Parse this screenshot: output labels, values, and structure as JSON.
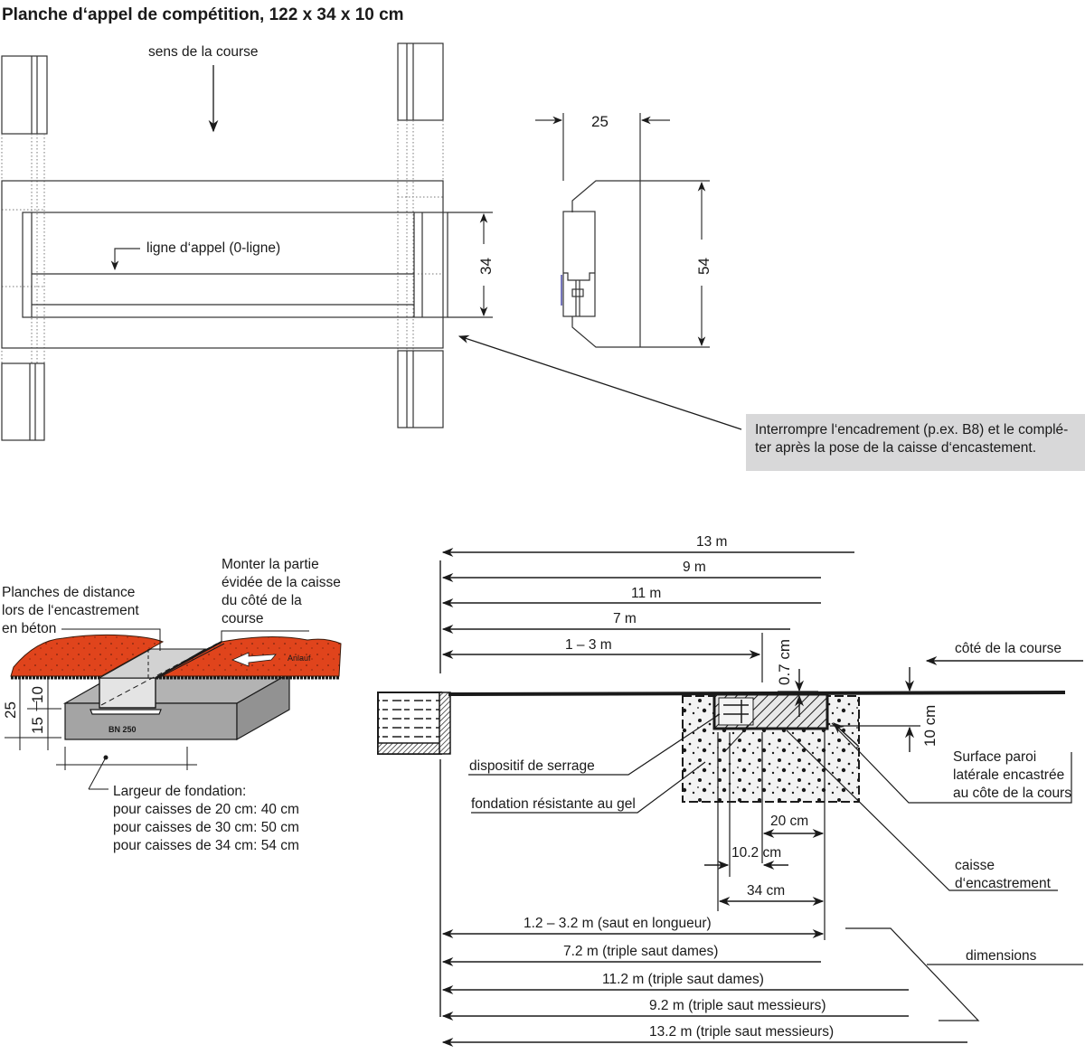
{
  "title": "Planche d‘appel de compétition, 122 x 34 x 10 cm",
  "top_view": {
    "direction_label": "sens de la course",
    "takeoff_line_label": "ligne d‘appel (0-ligne)",
    "dimension_width": "34"
  },
  "section_view": {
    "dimension_top": "25",
    "dimension_height": "54"
  },
  "note": {
    "line1": "Interrompre l‘encadrement (p.ex. B8) et le complé-",
    "line2": "ter après la pose de la caisse d‘encastement.",
    "background_color": "#d8d8d9"
  },
  "perspective_view": {
    "label_spacing_boards": [
      "Planches de distance",
      "lors de l‘encastrement",
      "en béton"
    ],
    "label_mount": [
      "Monter la partie",
      "évidée de la caisse",
      "du côté de la",
      "course"
    ],
    "run_up_label": "Anlauf",
    "concrete_label": "BN 250",
    "dim_total": "25",
    "dim_upper": "10",
    "dim_lower": "15",
    "track_color": "#e0441c",
    "foundation_title": "Largeur de fondation:",
    "foundation_lines": [
      "pour caisses de 20 cm: 40 cm",
      "pour caisses de 30 cm: 50 cm",
      "pour caisses de 34 cm: 54 cm"
    ]
  },
  "cross_section": {
    "distances_top": [
      "13 m",
      "9 m",
      "11 m",
      "7 m",
      "1 – 3 m"
    ],
    "dim_07": "0.7 cm",
    "dim_10": "10 cm",
    "label_run_side": "côté de la course",
    "label_clamp": "dispositif de serrage",
    "label_foundation": "fondation résistante au gel",
    "label_surface": [
      "Surface paroi",
      "latérale encastrée",
      "au côte de la cours"
    ],
    "label_box": [
      "caisse",
      "d‘encastrement"
    ],
    "dim_20": "20 cm",
    "dim_102": "10.2 cm",
    "dim_34": "34 cm",
    "distances_bottom": [
      "1.2 – 3.2 m (saut en longueur)",
      "7.2 m (triple saut dames)",
      "11.2 m (triple saut dames)",
      "9.2 m (triple saut messieurs)",
      "13.2 m (triple saut messieurs)"
    ],
    "label_dimensions": "dimensions"
  }
}
